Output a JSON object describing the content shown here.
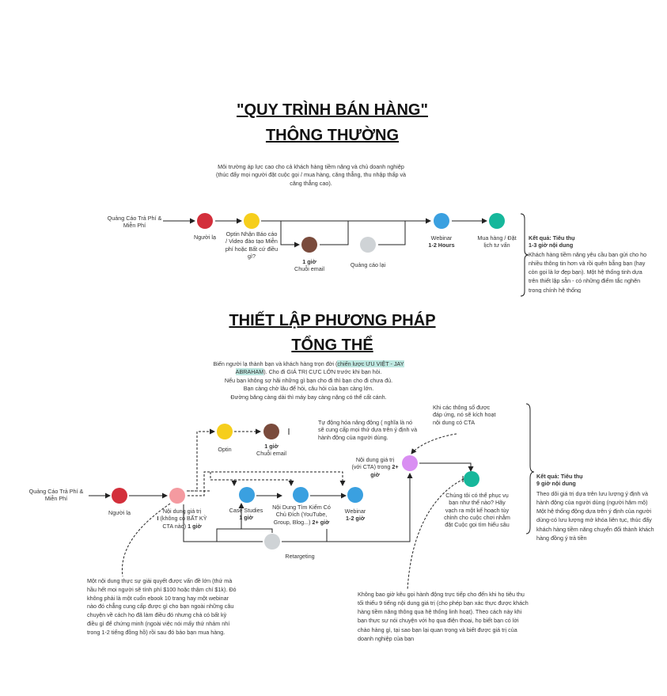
{
  "colors": {
    "red": "#d32f3b",
    "yellow": "#f6ce1c",
    "brown": "#7a4b3c",
    "gray": "#cfd3d6",
    "blue": "#3aa0e0",
    "green": "#16b79b",
    "pink": "#f49aa0",
    "purple": "#d98ef2",
    "highlight": "#bfe9e2"
  },
  "section1": {
    "title_line1": "\"QUY TRÌNH BÁN HÀNG\"",
    "title_line2": "THÔNG THƯỜNG",
    "intro": "Môi trường áp lực cao cho cả khách hàng tiềm năng và chủ doanh nghiệp (thúc đẩy mọi người đặt cuộc gọi / mua hàng, căng thẳng, thu nhập thấp và căng thẳng cao).",
    "source_label": "Quảng Cáo Trả Phí & Miễn Phí",
    "node_stranger": "Người lạ",
    "node_optin": "Optin Nhận Báo cáo / Video đào tạo Miễn phí hoặc Bất cứ điều gì?",
    "node_email_time": "1 giờ",
    "node_email": "Chuỗi email",
    "node_retarget": "Quảng cáo lại",
    "node_webinar": "Webinar",
    "node_webinar_time": "1-2 Hours",
    "node_buy": "Mua hàng / Đặt lịch tư vấn",
    "result_title": "Kết quả: Tiêu thụ",
    "result_time": "1-3 giờ nội dung",
    "result_text": "Khách hàng tiềm năng yêu cầu bạn gửi cho họ nhiều thông tin hơn và rồi quên bẵng bạn (hay còn gọi là lơ đẹp bạn). Một hệ thống tinh dựa trên thiết lập sẵn - có những điểm tắc nghẽn trong chính hệ thống"
  },
  "section2": {
    "title_line1": "THIẾT LẬP PHƯƠNG PHÁP",
    "title_line2": "TỔNG THỂ",
    "intro_pre": "Biến người lạ thành bạn và khách hàng trọn đời (",
    "intro_hl": "chiến lược ƯU VIỆT - JAY ABRAHAM",
    "intro_post": "). Cho đi GIÁ TRỊ CỰC LỚN trước khi bạn hỏi.",
    "intro_line2": "Nếu bạn không sợ hãi những gì bạn cho đi thì bạn cho đi chưa đủ.",
    "intro_line3": "Bạn càng chờ lâu để hỏi, câu hỏi của bạn càng lớn.",
    "intro_line4": "Đường băng càng dài thì máy bay càng nặng có thể cất cánh.",
    "source_label": "Quảng Cáo Trả Phí & Miễn Phí",
    "node_stranger": "Người lạ",
    "node_value_pre": "Nội dung giá trị",
    "node_value_mid": "(không có BẤT KỲ CTA nào)",
    "node_value_time": "1 giờ",
    "node_optin": "Optin",
    "node_email_time": "1 giờ",
    "node_email": "Chuỗi email",
    "auto_note": "Tự động hóa nâng động ( nghĩa là nó sẽ cung cấp mọi thứ dựa trên ý định và hành động của người dùng.",
    "node_case": "Case Studies",
    "node_case_time": "1 giờ",
    "node_search": "Nội Dung Tìm Kiếm Có Chủ Đích (YouTube, Group, Blog...)",
    "node_search_time": "2+ giờ",
    "node_webinar": "Webinar",
    "node_webinar_time": "1-2 giờ",
    "node_retarget": "Retargeting",
    "node_value_cta": "Nội dung giá trị (với CTA) trong",
    "node_value_cta_time": "2+ giờ",
    "metrics_note": "Khi các thông số được đáp ứng, nó sẽ kích hoạt nội dung có CTA",
    "serve_note": "Chúng tôi có thể phục vụ bạn như thế nào? Hãy vạch ra một kế hoạch tùy chỉnh cho cuộc chơi nhằm đặt Cuộc gọi tìm hiểu sâu",
    "result_title": "Kết quả: Tiêu thụ",
    "result_time": "9 giờ nội dung",
    "result_text": "Theo dõi giá trị  dựa trên lưu lượng ý định và hành động  của người dùng (người hâm mộ) Một hệ thống động dựa trên ý định của người dùng-có lưu lượng mở khóa liên tục, thúc đẩy khách hàng tiềm năng chuyển đổi thành khách hàng đồng ý trả tiền",
    "left_note": "Một nội dung thực sự giải quyết được vấn đề lớn (thứ mà hầu hết mọi người sẽ tính phí $100 hoặc thậm chí $1k). Đó không phải là một cuốn ebook 10 trang hay một webinar nào đó chẳng cung cấp được gì cho bạn ngoài những câu chuyện về cách họ đã làm điều đó nhưng chả có bất kỳ điều gì để chứng minh (ngoài việc nói mấy thứ nhảm nhí trong 1-2 tiếng đồng hồ) rồi sau đó bảo bạn mua hàng.",
    "bottom_note": "Không bao giờ kêu gọi hành động trực tiếp cho đến khi họ tiêu thụ tối thiểu 9 tiếng nội dung giá trị (cho phép bạn xác thực được khách hàng tiềm năng thông qua hệ thống linh hoạt). Theo cách này khi bạn thực sự nói chuyện với họ qua điện thoại, họ biết bạn có lời chào hàng gì, tại sao bạn lại quan trọng và biết được giá trị của doanh nghiệp của bạn"
  }
}
